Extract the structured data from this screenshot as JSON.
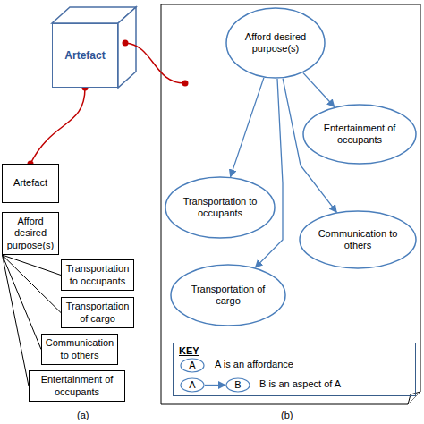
{
  "diagram": {
    "nodes": [
      {
        "text": [
          "Artefact"
        ]
      },
      {
        "text": [
          "Artefact"
        ]
      },
      {
        "text": [
          "Afford desired purpose(s)"
        ]
      },
      {
        "text": [
          "Transportation to occupants"
        ]
      },
      {
        "text": [
          "Transportation of cargo"
        ]
      },
      {
        "text": [
          "Communication to others"
        ]
      },
      {
        "text": [
          "Entertainment of occupants"
        ]
      },
      {
        "text": [
          "Afford desired purpose(s)"
        ]
      },
      {
        "text": [
          "Entertainment of occupants"
        ]
      },
      {
        "text": [
          "Transportation to occupants"
        ]
      },
      {
        "text": [
          "Communication to others"
        ]
      },
      {
        "text": [
          "Transportation of cargo"
        ]
      },
      {
        "text": [
          "KEY",
          "A is an affordance",
          "B is an aspect of A"
        ]
      },
      {
        "text": [
          "A"
        ],
        "in": 12
      },
      {
        "text": [
          "A"
        ],
        "in": 12
      },
      {
        "text": [
          "B"
        ],
        "in": 12
      }
    ],
    "edges": [
      {
        "from": 0,
        "to": 1,
        "arrow": "none"
      },
      {
        "from": 2,
        "to": 3,
        "arrow": "none"
      },
      {
        "from": 2,
        "to": 4,
        "arrow": "none"
      },
      {
        "from": 2,
        "to": 5,
        "arrow": "none"
      },
      {
        "from": 2,
        "to": 6,
        "arrow": "none"
      },
      {
        "from": 7,
        "to": 8,
        "arrow": "to"
      },
      {
        "from": 7,
        "to": 9,
        "arrow": "to"
      },
      {
        "from": 7,
        "to": 10,
        "arrow": "to"
      },
      {
        "from": 7,
        "to": 11,
        "arrow": "to"
      },
      {
        "from": 14,
        "to": 15,
        "arrow": "to"
      }
    ],
    "labels": [
      "(a)",
      "(b)"
    ]
  }
}
